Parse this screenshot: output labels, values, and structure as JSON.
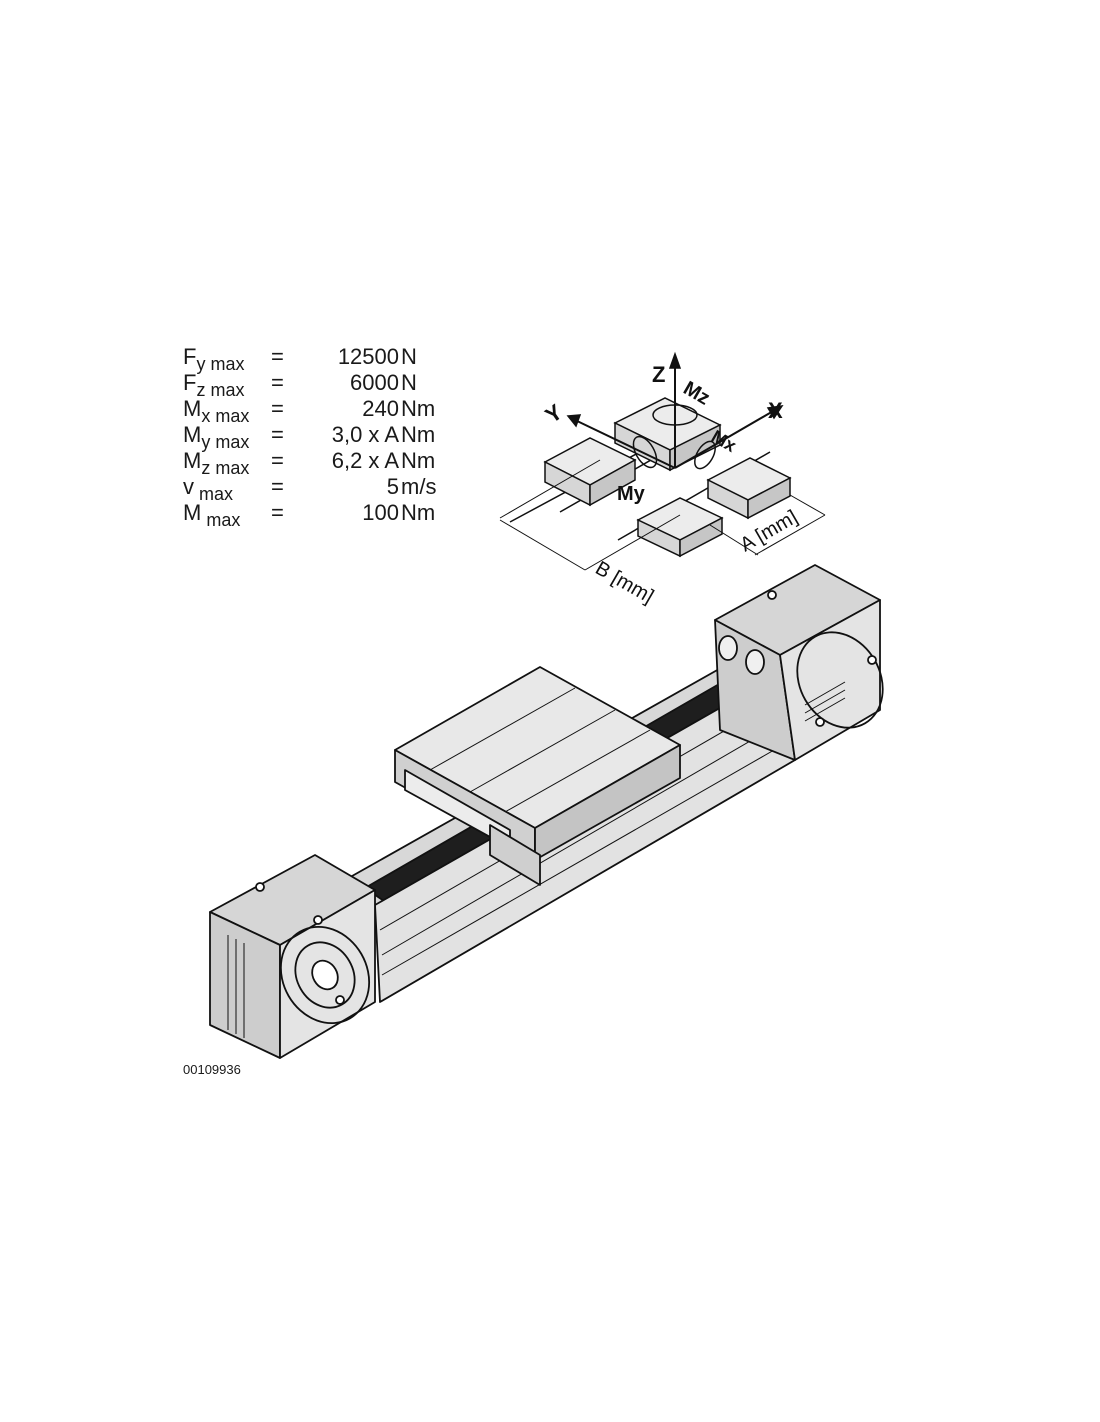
{
  "specs": [
    {
      "base": "F",
      "sub": "y max",
      "eq": "=",
      "value": "12500",
      "unit": "N"
    },
    {
      "base": "F",
      "sub": "z max",
      "eq": "=",
      "value": "6000",
      "unit": "N"
    },
    {
      "base": "M",
      "sub": "x max",
      "eq": "=",
      "value": "240",
      "unit": "Nm"
    },
    {
      "base": "M",
      "sub": "y max",
      "eq": "=",
      "value": "3,0 x A",
      "unit": "Nm"
    },
    {
      "base": "M",
      "sub": "z max",
      "eq": "=",
      "value": "6,2 x A",
      "unit": "Nm"
    },
    {
      "base": "v",
      "sub": " max",
      "eq": "=",
      "value": "5",
      "unit": "m/s"
    },
    {
      "base": "M",
      "sub": " max",
      "eq": "=",
      "value": "100",
      "unit": "Nm"
    }
  ],
  "axes": {
    "x": "X",
    "y": "Y",
    "z": "Z",
    "mx": "Mx",
    "my": "My",
    "mz": "Mz"
  },
  "dimensions": {
    "a": "A [mm]",
    "b": "B [mm]"
  },
  "figure_id": "00109936",
  "colors": {
    "body_fill": "#e4e4e4",
    "face_dark": "#c8c8c8",
    "belt": "#1e1e1e",
    "line": "#111111"
  }
}
